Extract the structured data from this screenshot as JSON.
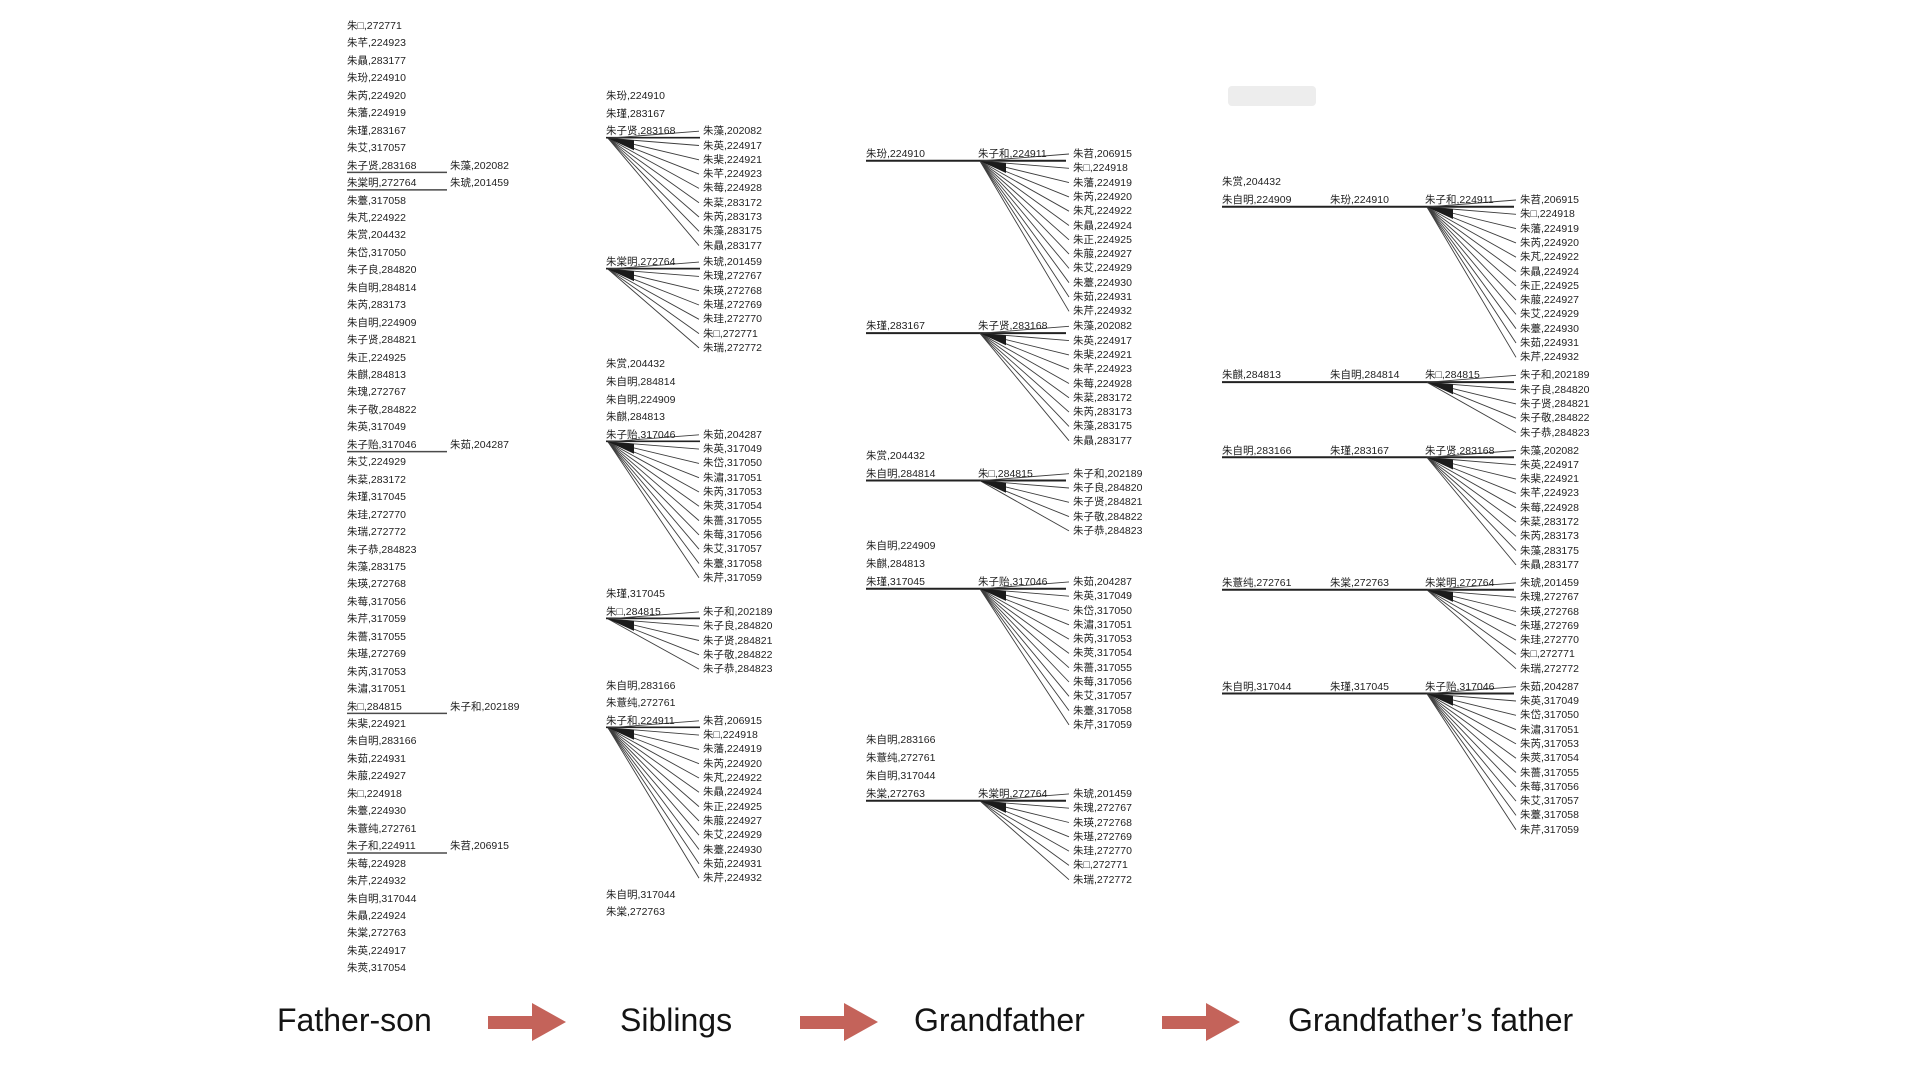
{
  "legend": {
    "steps": [
      {
        "label": "Father-son"
      },
      {
        "label": "Siblings"
      },
      {
        "label": "Grandfather"
      },
      {
        "label": "Grandfather’s father"
      }
    ],
    "arrow_color": "#c4635a",
    "text_color": "#141414"
  },
  "father_son": {
    "rows": [
      {
        "name": "朱□,272771"
      },
      {
        "name": "朱芊,224923"
      },
      {
        "name": "朱贔,283177"
      },
      {
        "name": "朱玢,224910"
      },
      {
        "name": "朱芮,224920"
      },
      {
        "name": "朱藩,224919"
      },
      {
        "name": "朱瑾,283167"
      },
      {
        "name": "朱艾,317057"
      },
      {
        "name": "朱子贤,283168",
        "underline": true,
        "linked": "朱藻,202082"
      },
      {
        "name": "朱棠明,272764",
        "underline": true,
        "linked": "朱琥,201459"
      },
      {
        "name": "朱薹,317058"
      },
      {
        "name": "朱芃,224922"
      },
      {
        "name": "朱赏,204432"
      },
      {
        "name": "朱岱,317050"
      },
      {
        "name": "朱子良,284820"
      },
      {
        "name": "朱自明,284814"
      },
      {
        "name": "朱芮,283173"
      },
      {
        "name": "朱自明,224909"
      },
      {
        "name": "朱子贤,284821"
      },
      {
        "name": "朱正,224925"
      },
      {
        "name": "朱麒,284813"
      },
      {
        "name": "朱瑰,272767"
      },
      {
        "name": "朱子敬,284822"
      },
      {
        "name": "朱英,317049"
      },
      {
        "name": "朱子贻,317046",
        "underline": true,
        "linked": "朱茹,204287"
      },
      {
        "name": "朱艾,224929"
      },
      {
        "name": "朱棻,283172"
      },
      {
        "name": "朱瑾,317045"
      },
      {
        "name": "朱珪,272770"
      },
      {
        "name": "朱瑞,272772"
      },
      {
        "name": "朱子恭,284823"
      },
      {
        "name": "朱藻,283175"
      },
      {
        "name": "朱瑛,272768"
      },
      {
        "name": "朱莓,317056"
      },
      {
        "name": "朱芹,317059"
      },
      {
        "name": "朱薔,317055"
      },
      {
        "name": "朱璂,272769"
      },
      {
        "name": "朱芮,317053"
      },
      {
        "name": "朱潚,317051"
      },
      {
        "name": "朱□,284815",
        "underline": true,
        "linked": "朱子和,202189"
      },
      {
        "name": "朱棐,224921"
      },
      {
        "name": "朱自明,283166"
      },
      {
        "name": "朱茹,224931"
      },
      {
        "name": "朱菔,224927"
      },
      {
        "name": "朱□,224918"
      },
      {
        "name": "朱薹,224930"
      },
      {
        "name": "朱薏纯,272761"
      },
      {
        "name": "朱子和,224911",
        "underline": true,
        "linked": "朱苕,206915"
      },
      {
        "name": "朱莓,224928"
      },
      {
        "name": "朱芹,224932"
      },
      {
        "name": "朱自明,317044"
      },
      {
        "name": "朱贔,224924"
      },
      {
        "name": "朱棠,272763"
      },
      {
        "name": "朱英,224917"
      },
      {
        "name": "朱莢,317054"
      }
    ]
  },
  "siblings": {
    "items": [
      {
        "name": "朱玢,224910"
      },
      {
        "name": "朱瑾,283167"
      },
      {
        "name": "朱子贤,283168",
        "children": [
          "朱藻,202082",
          "朱英,224917",
          "朱棐,224921",
          "朱芊,224923",
          "朱莓,224928",
          "朱棻,283172",
          "朱芮,283173",
          "朱藻,283175",
          "朱贔,283177"
        ]
      },
      {
        "name": "朱棠明,272764",
        "children": [
          "朱琥,201459",
          "朱瑰,272767",
          "朱瑛,272768",
          "朱璂,272769",
          "朱珪,272770",
          "朱□,272771",
          "朱瑞,272772"
        ]
      },
      {
        "name": "朱赏,204432"
      },
      {
        "name": "朱自明,284814"
      },
      {
        "name": "朱自明,224909"
      },
      {
        "name": "朱麒,284813"
      },
      {
        "name": "朱子贻,317046",
        "children": [
          "朱茹,204287",
          "朱英,317049",
          "朱岱,317050",
          "朱潚,317051",
          "朱芮,317053",
          "朱莢,317054",
          "朱薔,317055",
          "朱莓,317056",
          "朱艾,317057",
          "朱薹,317058",
          "朱芹,317059"
        ]
      },
      {
        "name": "朱瑾,317045"
      },
      {
        "name": "朱□,284815",
        "children": [
          "朱子和,202189",
          "朱子良,284820",
          "朱子贤,284821",
          "朱子敬,284822",
          "朱子恭,284823"
        ]
      },
      {
        "name": "朱自明,283166"
      },
      {
        "name": "朱薏纯,272761"
      },
      {
        "name": "朱子和,224911",
        "children": [
          "朱苕,206915",
          "朱□,224918",
          "朱藩,224919",
          "朱芮,224920",
          "朱芃,224922",
          "朱贔,224924",
          "朱正,224925",
          "朱菔,224927",
          "朱艾,224929",
          "朱薹,224930",
          "朱茹,224931",
          "朱芹,224932"
        ]
      },
      {
        "name": "朱自明,317044"
      },
      {
        "name": "朱棠,272763"
      }
    ]
  },
  "grandfather": {
    "groups": [
      {
        "ancestors": [
          "朱玢,224910",
          "朱子和,224911"
        ],
        "children": [
          "朱苕,206915",
          "朱□,224918",
          "朱藩,224919",
          "朱芮,224920",
          "朱芃,224922",
          "朱贔,224924",
          "朱正,224925",
          "朱菔,224927",
          "朱艾,224929",
          "朱薹,224930",
          "朱茹,224931",
          "朱芹,224932"
        ]
      },
      {
        "ancestors": [
          "朱瑾,283167",
          "朱子贤,283168"
        ],
        "children": [
          "朱藻,202082",
          "朱英,224917",
          "朱棐,224921",
          "朱芊,224923",
          "朱莓,224928",
          "朱棻,283172",
          "朱芮,283173",
          "朱藻,283175",
          "朱贔,283177"
        ]
      },
      {
        "ancestors": [
          "朱赏,204432"
        ]
      },
      {
        "ancestors": [
          "朱自明,284814",
          "朱□,284815"
        ],
        "children": [
          "朱子和,202189",
          "朱子良,284820",
          "朱子贤,284821",
          "朱子敬,284822",
          "朱子恭,284823"
        ]
      },
      {
        "ancestors": [
          "朱自明,224909"
        ]
      },
      {
        "ancestors": [
          "朱麒,284813"
        ]
      },
      {
        "ancestors": [
          "朱瑾,317045",
          "朱子贻,317046"
        ],
        "children": [
          "朱茹,204287",
          "朱英,317049",
          "朱岱,317050",
          "朱潚,317051",
          "朱芮,317053",
          "朱莢,317054",
          "朱薔,317055",
          "朱莓,317056",
          "朱艾,317057",
          "朱薹,317058",
          "朱芹,317059"
        ]
      },
      {
        "ancestors": [
          "朱自明,283166"
        ]
      },
      {
        "ancestors": [
          "朱薏纯,272761"
        ]
      },
      {
        "ancestors": [
          "朱自明,317044"
        ]
      },
      {
        "ancestors": [
          "朱棠,272763",
          "朱棠明,272764"
        ],
        "children": [
          "朱琥,201459",
          "朱瑰,272767",
          "朱瑛,272768",
          "朱璂,272769",
          "朱珪,272770",
          "朱□,272771",
          "朱瑞,272772"
        ]
      }
    ]
  },
  "great_grandfather": {
    "groups": [
      {
        "ancestors": [
          "朱赏,204432"
        ]
      },
      {
        "ancestors": [
          "朱自明,224909",
          "朱玢,224910",
          "朱子和,224911"
        ],
        "children": [
          "朱苕,206915",
          "朱□,224918",
          "朱藩,224919",
          "朱芮,224920",
          "朱芃,224922",
          "朱贔,224924",
          "朱正,224925",
          "朱菔,224927",
          "朱艾,224929",
          "朱薹,224930",
          "朱茹,224931",
          "朱芹,224932"
        ]
      },
      {
        "ancestors": [
          "朱麒,284813",
          "朱自明,284814",
          "朱□,284815"
        ],
        "children": [
          "朱子和,202189",
          "朱子良,284820",
          "朱子贤,284821",
          "朱子敬,284822",
          "朱子恭,284823"
        ]
      },
      {
        "ancestors": [
          "朱自明,283166",
          "朱瑾,283167",
          "朱子贤,283168"
        ],
        "children": [
          "朱藻,202082",
          "朱英,224917",
          "朱棐,224921",
          "朱芊,224923",
          "朱莓,224928",
          "朱棻,283172",
          "朱芮,283173",
          "朱藻,283175",
          "朱贔,283177"
        ]
      },
      {
        "ancestors": [
          "朱薏纯,272761",
          "朱棠,272763",
          "朱棠明,272764"
        ],
        "children": [
          "朱琥,201459",
          "朱瑰,272767",
          "朱瑛,272768",
          "朱璂,272769",
          "朱珪,272770",
          "朱□,272771",
          "朱瑞,272772"
        ]
      },
      {
        "ancestors": [
          "朱自明,317044",
          "朱瑾,317045",
          "朱子贻,317046"
        ],
        "children": [
          "朱茹,204287",
          "朱英,317049",
          "朱岱,317050",
          "朱潚,317051",
          "朱芮,317053",
          "朱莢,317054",
          "朱薔,317055",
          "朱莓,317056",
          "朱艾,317057",
          "朱薹,317058",
          "朱芹,317059"
        ]
      }
    ]
  }
}
